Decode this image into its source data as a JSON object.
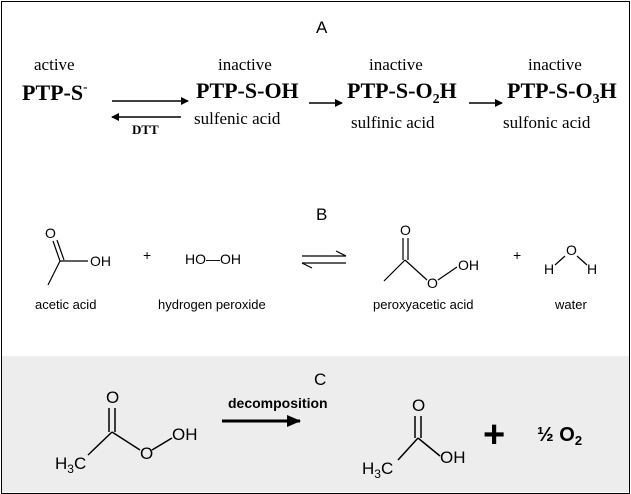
{
  "panel_a": {
    "label": "A",
    "active_label": "active",
    "inactive_label_1": "inactive",
    "inactive_label_2": "inactive",
    "inactive_label_3": "inactive",
    "species_1": "PTP-S",
    "species_1_charge": "-",
    "species_2": "PTP-S-OH",
    "species_3_prefix": "PTP-S-O",
    "species_3_sub": "2",
    "species_3_suffix": "H",
    "species_4_prefix": "PTP-S-O",
    "species_4_sub": "3",
    "species_4_suffix": "H",
    "reducing_agent": "DTT",
    "acid_1": "sulfenic acid",
    "acid_2": "sulfinic acid",
    "acid_3": "sulfonic acid"
  },
  "panel_b": {
    "label": "B",
    "plus_1": "+",
    "plus_2": "+",
    "acetic_acid_oh": "OH",
    "acetic_acid_o": "O",
    "acetic_acid_name": "acetic acid",
    "h2o2_formula": "HO—OH",
    "h2o2_name": "hydrogen peroxide",
    "peroxy_o_top": "O",
    "peroxy_o_mid": "O",
    "peroxy_oh": "OH",
    "peroxy_name": "peroxyacetic acid",
    "water_o": "O",
    "water_h_left": "H",
    "water_h_right": "H",
    "water_name": "water"
  },
  "panel_c": {
    "label": "C",
    "process": "decomposition",
    "ch3": "H",
    "ch3_sub": "3",
    "ch3_c": "C",
    "peroxy_o_top": "O",
    "peroxy_o_mid": "O",
    "peroxy_oh": "OH",
    "acid_ch3": "H",
    "acid_ch3_sub": "3",
    "acid_ch3_c": "C",
    "acid_o_top": "O",
    "acid_oh": "OH",
    "plus": "+",
    "oxygen_coef": "½",
    "oxygen_formula": "O",
    "oxygen_sub": "2"
  },
  "colors": {
    "line": "#000000",
    "panel_c_background": "#ededed"
  }
}
